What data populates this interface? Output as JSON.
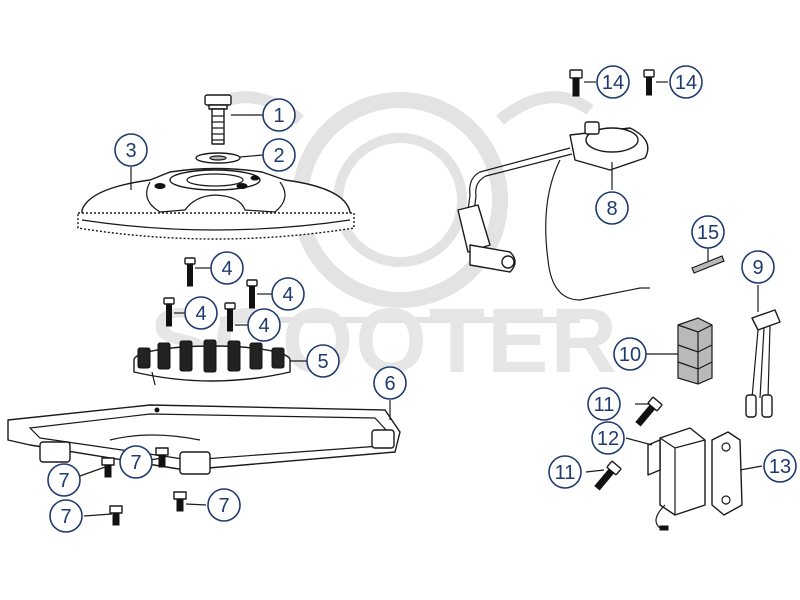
{
  "watermark": {
    "text": "SCOOTER"
  },
  "callouts": [
    {
      "id": "c1",
      "label": "1"
    },
    {
      "id": "c2",
      "label": "2"
    },
    {
      "id": "c3",
      "label": "3"
    },
    {
      "id": "c4a",
      "label": "4"
    },
    {
      "id": "c4b",
      "label": "4"
    },
    {
      "id": "c4c",
      "label": "4"
    },
    {
      "id": "c4d",
      "label": "4"
    },
    {
      "id": "c5",
      "label": "5"
    },
    {
      "id": "c6",
      "label": "6"
    },
    {
      "id": "c7a",
      "label": "7"
    },
    {
      "id": "c7b",
      "label": "7"
    },
    {
      "id": "c7c",
      "label": "7"
    },
    {
      "id": "c7d",
      "label": "7"
    },
    {
      "id": "c8",
      "label": "8"
    },
    {
      "id": "c9",
      "label": "9"
    },
    {
      "id": "c10",
      "label": "10"
    },
    {
      "id": "c11a",
      "label": "11"
    },
    {
      "id": "c11b",
      "label": "11"
    },
    {
      "id": "c12",
      "label": "12"
    },
    {
      "id": "c13",
      "label": "13"
    },
    {
      "id": "c14a",
      "label": "14"
    },
    {
      "id": "c14b",
      "label": "14"
    },
    {
      "id": "c15",
      "label": "15"
    }
  ]
}
